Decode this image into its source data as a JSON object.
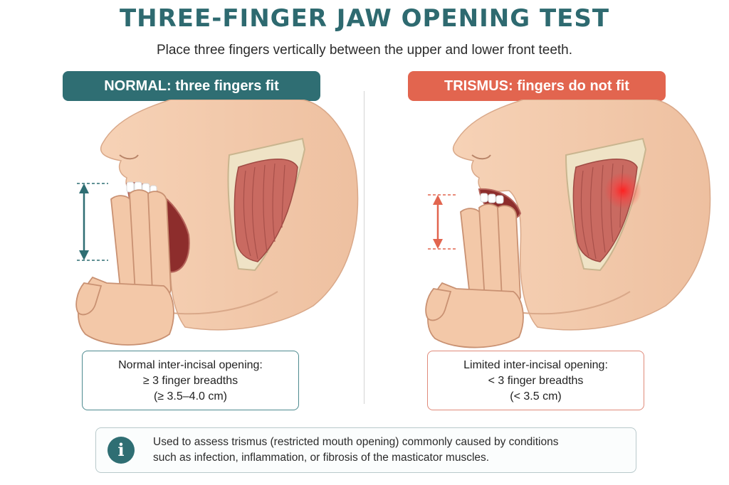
{
  "header": {
    "title": "THREE-FINGER JAW OPENING TEST",
    "subtitle": "Place three fingers vertically between the upper and lower front teeth."
  },
  "panels": {
    "normal": {
      "banner": "NORMAL: three fingers fit",
      "line1": "Normal inter-incisal opening:",
      "line2": "≥ 3 finger breadths",
      "line3": "(≥ 3.5–4.0 cm)",
      "accent": "#2f6e73"
    },
    "trismus": {
      "banner": "TRISMUS: fingers do not fit",
      "line1": "Limited inter-incisal opening:",
      "line2": "< 3 finger breadths",
      "line3": "(< 3.5 cm)",
      "accent": "#e2654f"
    }
  },
  "note": {
    "icon": "info-icon",
    "line1": "Used to assess trismus (restricted mouth opening) commonly caused by conditions",
    "line2": "such as infection, inflammation, or fibrosis of the masticator muscles."
  }
}
